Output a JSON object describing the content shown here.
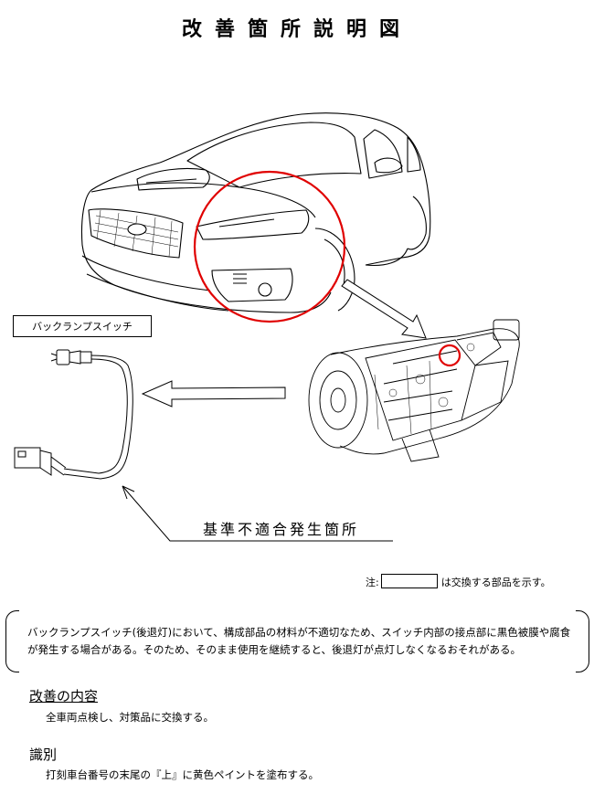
{
  "title": "改善箇所説明図",
  "part_label": "バックランプスイッチ",
  "defect_label": "基準不適合発生箇所",
  "note": {
    "prefix": "注:",
    "suffix": "は交換する部品を示す。"
  },
  "description": "バックランプスイッチ(後退灯)において、構成部品の材料が不適切なため、スイッチ内部の接点部に黒色被膜や腐食が発生する場合がある。そのため、そのまま使用を継続すると、後退灯が点灯しなくなるおそれがある。",
  "improvement": {
    "heading": "改善の内容",
    "body": "全車両点検し、対策品に交換する。"
  },
  "identification": {
    "heading": "識別",
    "body": "打刻車台番号の末尾の『上』に黄色ペイントを塗布する。"
  },
  "colors": {
    "highlight": "#e00000",
    "line": "#000000"
  },
  "icons": [
    "car-illustration",
    "transmission-illustration",
    "switch-illustration",
    "arrow"
  ]
}
